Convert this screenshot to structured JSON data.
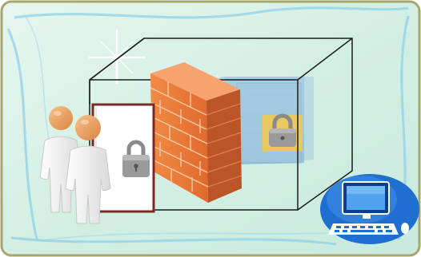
{
  "colors": {
    "frame_border": "#a8a66a",
    "background": "#d8efe6",
    "sky_streak": "#8fd0ea",
    "wireframe": "#1a1a1a",
    "firewall": "#e8743a",
    "firewall_side": "#b54e22",
    "mortar": "#ffd2b0",
    "door": "#ffffff",
    "door_frame": "#7a2b20",
    "lock": "#8a8a8a",
    "vault_blue": "#8db9d8",
    "lock_highlight": "#f3c94a",
    "person_body": "#f4f4f4",
    "person_head": "#f0a664",
    "computer_blue": "#1e6fd0"
  },
  "scene": {
    "people_count": 2,
    "elements": [
      "sparkle",
      "wireframe-room",
      "door-with-padlock",
      "brick-firewall",
      "inner-vault-with-padlock",
      "people",
      "computer"
    ]
  }
}
